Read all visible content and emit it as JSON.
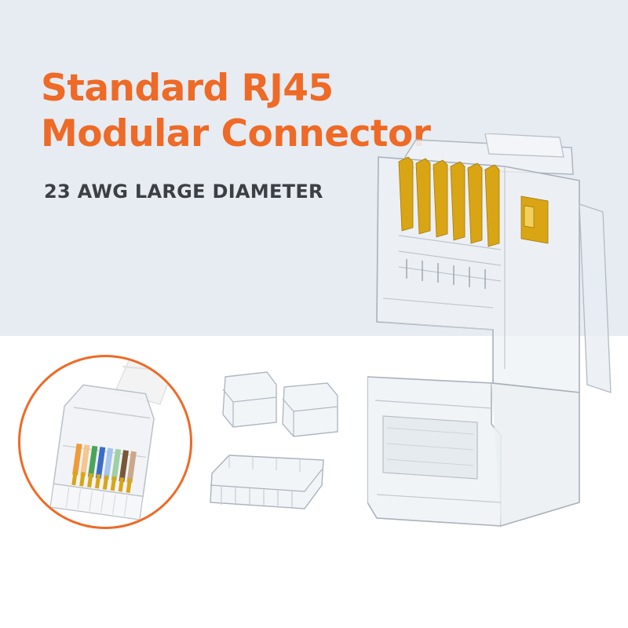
{
  "headline": {
    "line1": "Standard RJ45",
    "line2": "Modular Connector"
  },
  "subheadline": "23 AWG LARGE DIAMETER",
  "colors": {
    "accent": "#ee6a26",
    "top_background": "#e6ecf2",
    "bottom_background": "#ffffff",
    "subheadline_text": "#3c3f44",
    "gold_contacts": "#d9a514"
  },
  "images": {
    "inset": "rj45-plug-with-cable-closeup",
    "main": "clear-rj45-connector",
    "accessories": [
      "load-bar-insert",
      "load-bar-insert",
      "wire-guide-insert"
    ]
  }
}
